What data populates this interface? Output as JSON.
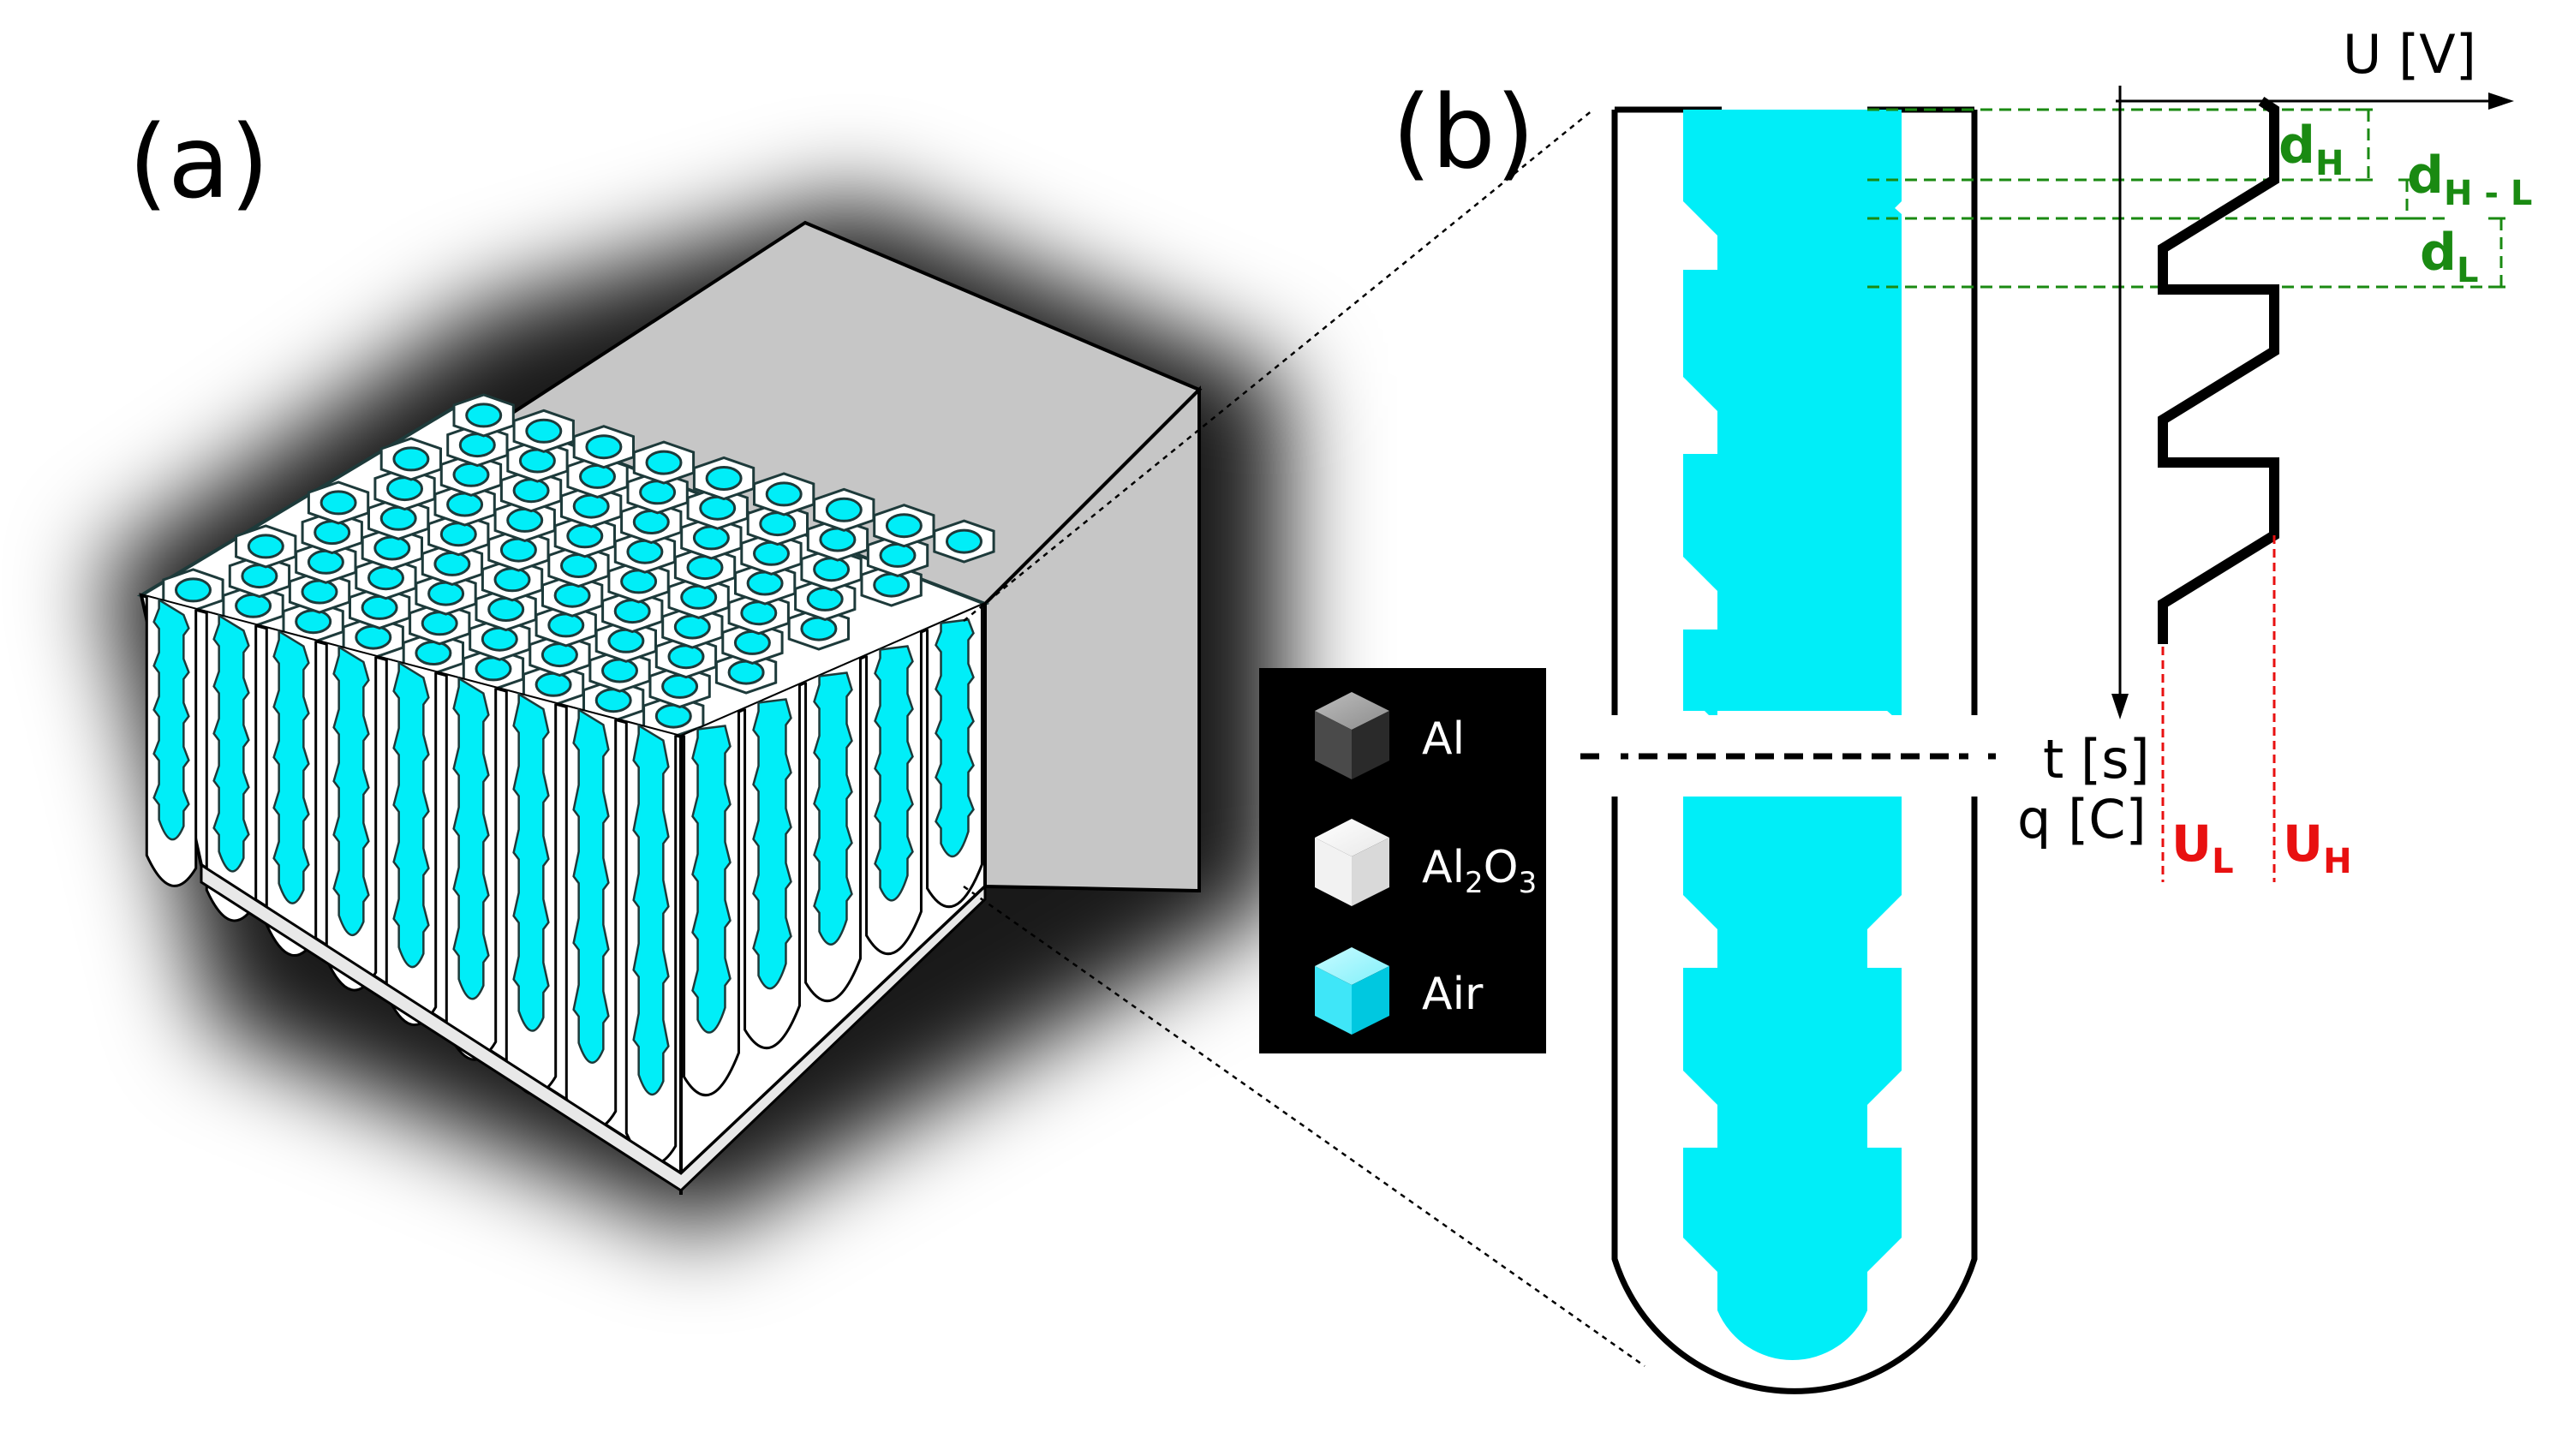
{
  "panel_labels": {
    "a": "(a)",
    "b": "(b)"
  },
  "legend": {
    "items": [
      {
        "label": "Al",
        "icon": "gray-cube-icon",
        "color": "#555555"
      },
      {
        "label": "Al",
        "sub": "2",
        "label2": "O",
        "sub2": "3",
        "icon": "white-cube-icon",
        "color": "#eeeeee"
      },
      {
        "label": "Air",
        "icon": "cyan-cube-icon",
        "color": "#00e5f5"
      }
    ]
  },
  "axes": {
    "u_label": "U [V]",
    "t_label": "t [s]",
    "q_label": "q [C]"
  },
  "dimensions": {
    "d": "d",
    "h": "H",
    "hl": "H - L",
    "l": "L"
  },
  "voltages": {
    "u": "U",
    "l": "L",
    "h": "H"
  },
  "colors": {
    "air": "#00eef8",
    "alumina": "#ffffff",
    "aluminium": "#c8c8c8",
    "outline": "#000000",
    "dimension": "#1a8a12",
    "voltage": "#e81010"
  }
}
